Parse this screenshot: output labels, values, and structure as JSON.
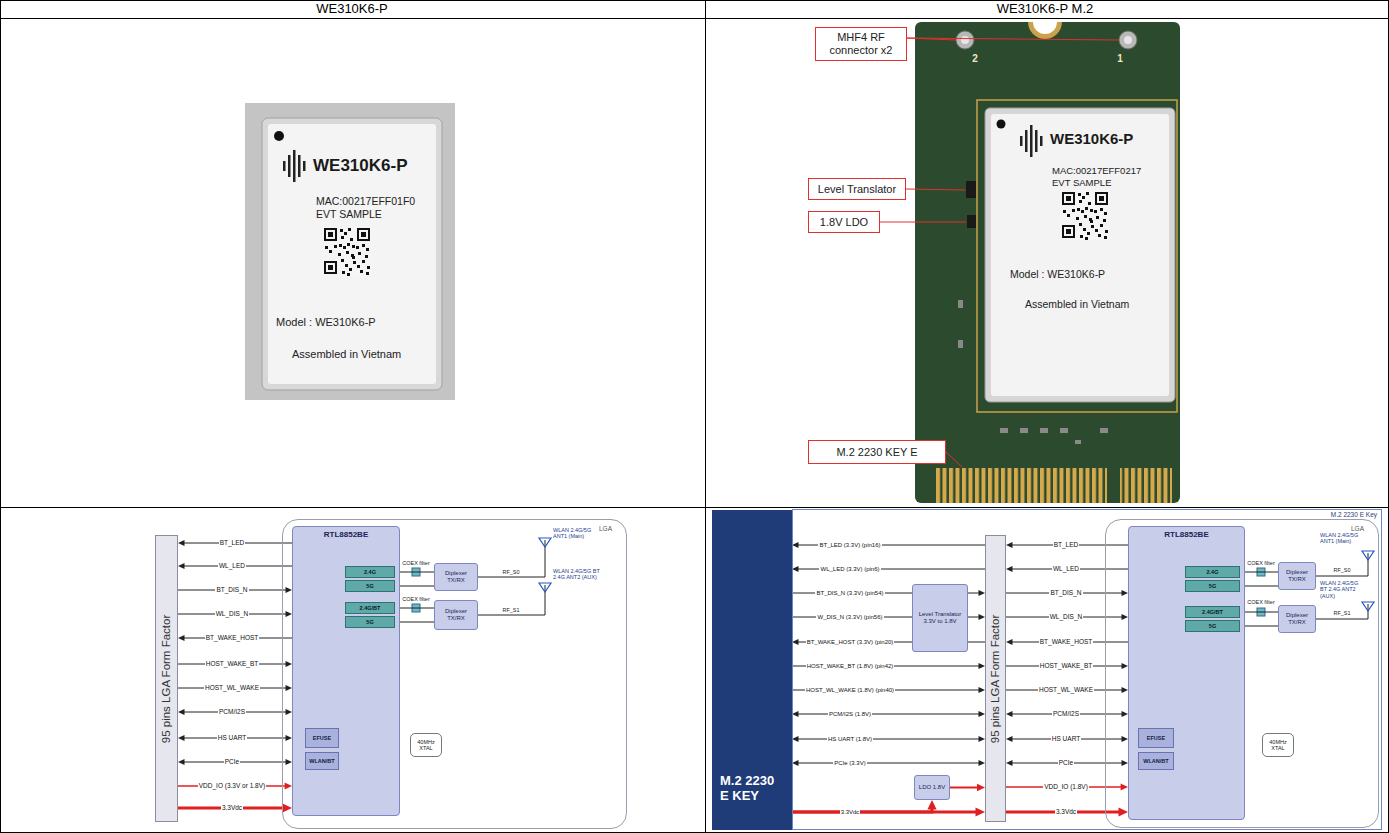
{
  "diagram": {
    "nodes": [
      {
        "text": [
          "MHF4 RF connector x2"
        ]
      },
      {
        "text": [
          "Level Translator"
        ]
      },
      {
        "text": [
          "1.8V LDO"
        ]
      },
      {
        "text": [
          "M.2 2230 KEY E"
        ]
      },
      {
        "text": [
          "95 pins LGA Form Factor"
        ]
      },
      {
        "text": [
          "LGA"
        ]
      },
      {
        "text": [
          "RTL8852BE"
        ],
        "in": 5
      },
      {
        "text": [
          "2.4G"
        ],
        "in": 6
      },
      {
        "text": [
          "5G"
        ],
        "in": 6
      },
      {
        "text": [
          "2.4G/BT"
        ],
        "in": 6
      },
      {
        "text": [
          "5G"
        ],
        "in": 6
      },
      {
        "text": [
          "EFUSE"
        ],
        "in": 6
      },
      {
        "text": [
          "WLAN/BT"
        ],
        "in": 6
      },
      {
        "text": [
          "40MHz XTAL"
        ],
        "in": 5
      },
      {
        "text": [
          "Diplexer TX/RX"
        ],
        "in": 5
      },
      {
        "text": [
          "Diplexer TX/RX"
        ],
        "in": 5
      },
      {
        "text": [
          "M.2 2230 E KEY"
        ]
      },
      {
        "text": [
          "M.2 2230 E Key"
        ]
      },
      {
        "text": [
          "Level Translator 3.3V to 1.8V"
        ],
        "in": 17
      },
      {
        "text": [
          "LDO 1.8V"
        ],
        "in": 17
      },
      {
        "text": [
          "95 pins LGA Form Factor"
        ],
        "in": 17
      },
      {
        "text": [
          "LGA"
        ],
        "in": 17
      },
      {
        "text": [
          "RTL8852BE"
        ],
        "in": 21
      },
      {
        "text": [
          "2.4G"
        ],
        "in": 22
      },
      {
        "text": [
          "5G"
        ],
        "in": 22
      },
      {
        "text": [
          "2.4G/BT"
        ],
        "in": 22
      },
      {
        "text": [
          "5G"
        ],
        "in": 22
      },
      {
        "text": [
          "EFUSE"
        ],
        "in": 22
      },
      {
        "text": [
          "WLAN/BT"
        ],
        "in": 22
      },
      {
        "text": [
          "40MHz XTAL"
        ],
        "in": 21
      },
      {
        "text": [
          "Diplexer TX/RX"
        ],
        "in": 21
      },
      {
        "text": [
          "Diplexer TX/RX"
        ],
        "in": 21
      }
    ],
    "edges": [
      {
        "from": 6,
        "to": 4,
        "arrow": "to",
        "label": "BT_LED"
      },
      {
        "from": 6,
        "to": 4,
        "arrow": "to",
        "label": "WL_LED"
      },
      {
        "from": 4,
        "to": 6,
        "arrow": "to",
        "label": "BT_DIS_N"
      },
      {
        "from": 4,
        "to": 6,
        "arrow": "to",
        "label": "WL_DIS_N"
      },
      {
        "from": 6,
        "to": 4,
        "arrow": "to",
        "label": "BT_WAKE_HOST"
      },
      {
        "from": 4,
        "to": 6,
        "arrow": "to",
        "label": "HOST_WAKE_BT"
      },
      {
        "from": 4,
        "to": 6,
        "arrow": "to",
        "label": "HOST_WL_WAKE"
      },
      {
        "from": 4,
        "to": 6,
        "arrow": "both",
        "label": "PCM/I2S"
      },
      {
        "from": 4,
        "to": 6,
        "arrow": "both",
        "label": "HS UART"
      },
      {
        "from": 4,
        "to": 6,
        "arrow": "both",
        "label": "PCIe"
      },
      {
        "from": 4,
        "to": 6,
        "arrow": "to",
        "label": "VDD_IO (3.3V or 1.8V)"
      },
      {
        "from": 4,
        "to": 6,
        "arrow": "to",
        "label": "3.3Vdc"
      },
      {
        "from": 7,
        "to": 14,
        "arrow": "none"
      },
      {
        "from": 8,
        "to": 14,
        "arrow": "none"
      },
      {
        "from": 9,
        "to": 15,
        "arrow": "none"
      },
      {
        "from": 10,
        "to": 15,
        "arrow": "none"
      },
      {
        "from": 20,
        "to": 16,
        "arrow": "to",
        "label": "BT_LED (3.3V) (pin16)"
      },
      {
        "from": 20,
        "to": 16,
        "arrow": "to",
        "label": "WL_LED (3.3V) (pin6)"
      },
      {
        "from": 16,
        "to": 20,
        "arrow": "to",
        "label": "BT_DIS_N (3.3V) (pin54)"
      },
      {
        "from": 16,
        "to": 20,
        "arrow": "to",
        "label": "W_DIS_N (3.3V) (pin56)"
      },
      {
        "from": 20,
        "to": 16,
        "arrow": "to",
        "label": "BT_WAKE_HOST (3.3V) (pin20)"
      },
      {
        "from": 16,
        "to": 20,
        "arrow": "to",
        "label": "HOST_WAKE_BT (1.8V) (pin42)"
      },
      {
        "from": 16,
        "to": 20,
        "arrow": "to",
        "label": "HOST_WL_WAKE (1.8V) (pin40)"
      },
      {
        "from": 16,
        "to": 20,
        "arrow": "both",
        "label": "PCM/I2S (1.8V)"
      },
      {
        "from": 16,
        "to": 20,
        "arrow": "both",
        "label": "HS UART (1.8V)"
      },
      {
        "from": 16,
        "to": 20,
        "arrow": "both",
        "label": "PCIe (3.3V)"
      },
      {
        "from": 16,
        "to": 20,
        "arrow": "to",
        "label": "3.3Vdc"
      },
      {
        "from": 16,
        "to": 19,
        "arrow": "to"
      },
      {
        "from": 19,
        "to": 20,
        "arrow": "to"
      },
      {
        "from": 22,
        "to": 20,
        "arrow": "to",
        "label": "BT_LED"
      },
      {
        "from": 22,
        "to": 20,
        "arrow": "to",
        "label": "WL_LED"
      },
      {
        "from": 20,
        "to": 22,
        "arrow": "to",
        "label": "BT_DIS_N"
      },
      {
        "from": 20,
        "to": 22,
        "arrow": "to",
        "label": "WL_DIS_N"
      },
      {
        "from": 22,
        "to": 20,
        "arrow": "to",
        "label": "BT_WAKE_HOST"
      },
      {
        "from": 20,
        "to": 22,
        "arrow": "to",
        "label": "HOST_WAKE_BT"
      },
      {
        "from": 20,
        "to": 22,
        "arrow": "to",
        "label": "HOST_WL_WAKE"
      },
      {
        "from": 20,
        "to": 22,
        "arrow": "both",
        "label": "PCM/I2S"
      },
      {
        "from": 20,
        "to": 22,
        "arrow": "both",
        "label": "HS UART"
      },
      {
        "from": 20,
        "to": 22,
        "arrow": "both",
        "label": "PCIe"
      },
      {
        "from": 20,
        "to": 22,
        "arrow": "to",
        "label": "VDD_IO (1.8V)"
      },
      {
        "from": 20,
        "to": 22,
        "arrow": "to",
        "label": "3.3Vdc"
      },
      {
        "from": 23,
        "to": 30,
        "arrow": "none"
      },
      {
        "from": 24,
        "to": 30,
        "arrow": "none"
      },
      {
        "from": 25,
        "to": 31,
        "arrow": "none"
      },
      {
        "from": 26,
        "to": 31,
        "arrow": "none"
      }
    ],
    "labels": [
      "WE310K6-P",
      "WE310K6-P M.2",
      "WE310K6-P",
      "MAC:00217EFF01F0",
      "EVT SAMPLE",
      "Model : WE310K6-P",
      "Assembled in Vietnam",
      "2",
      "1",
      "WE310K6-P",
      "MAC:00217EFF0217",
      "EVT SAMPLE",
      "Model : WE310K6-P",
      "Assembled in Vietnam",
      "COEX filter",
      "COEX filter",
      "WLAN 2.4G/5G ANT1 (Main)",
      "RF_S0",
      "WLAN 2.4G/5G BT 2.4G ANT2 (AUX)",
      "RF_S1",
      "COEX filter",
      "COEX filter",
      "WLAN 2.4G/5G ANT1 (Main)",
      "RF_S0",
      "WLAN 2.4G/5G BT 2.4G ANT2 (AUX)",
      "RF_S1"
    ]
  }
}
